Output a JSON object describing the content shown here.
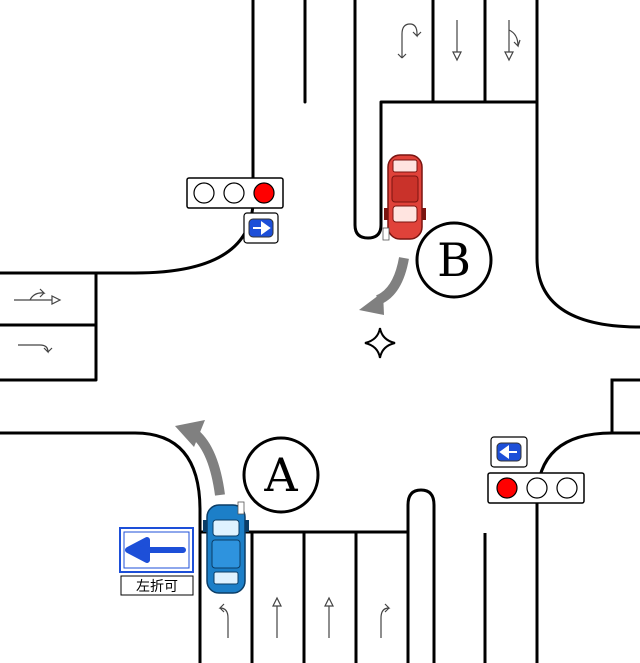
{
  "labels": {
    "vehicle_a": "A",
    "vehicle_b": "B"
  },
  "sign": {
    "left_turn_text": "左折可"
  },
  "signals": {
    "north_west": {
      "lit": "red",
      "arrow": "right-arrow"
    },
    "south_east": {
      "lit": "red",
      "arrow": "left-arrow"
    }
  },
  "colors": {
    "red_light": "#ff0000",
    "car_a": "#1c7fc8",
    "car_b": "#e0423a",
    "sign_blue": "#1d4fd8",
    "turn_arrow": "#808080"
  }
}
